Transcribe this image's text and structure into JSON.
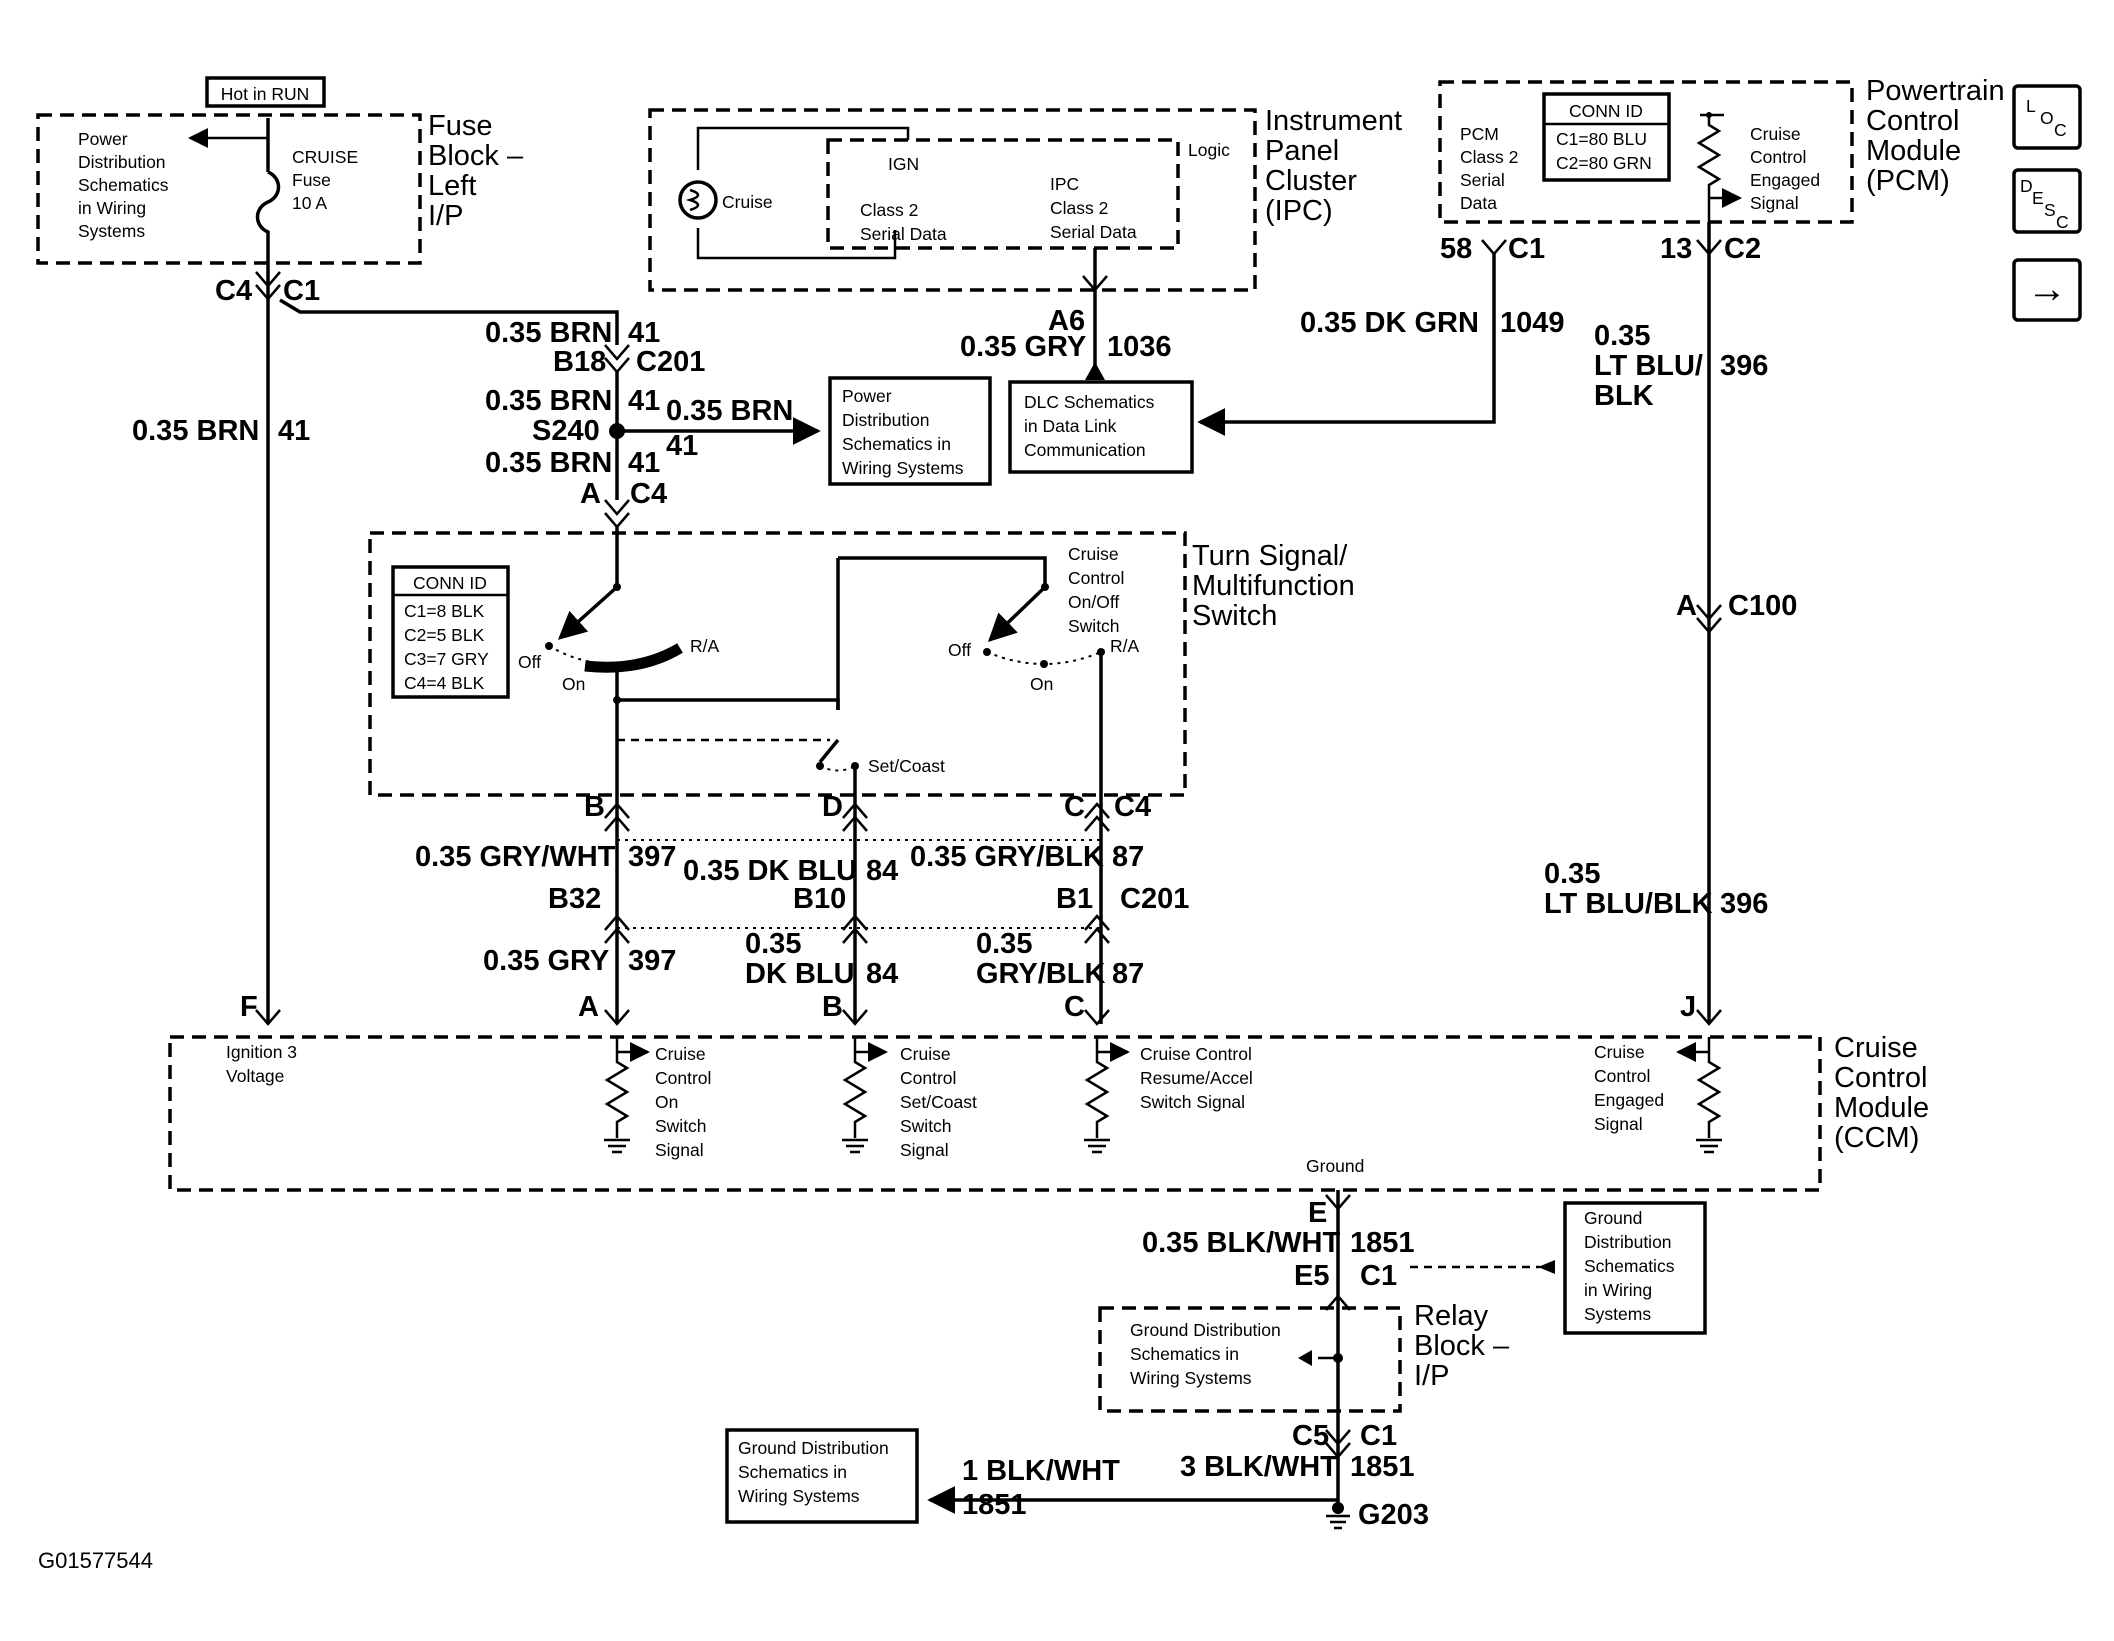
{
  "fuse_block": {
    "title": [
      "Fuse",
      "Block –",
      "Left",
      "I/P"
    ],
    "hot_label": "Hot in RUN",
    "dest": [
      "Power",
      "Distribution",
      "Schematics",
      "in Wiring",
      "Systems"
    ],
    "fuse": [
      "CRUISE",
      "Fuse",
      "10 A"
    ],
    "conn_left": "C4",
    "conn_right": "C1"
  },
  "ipc": {
    "title": [
      "Instrument",
      "Panel",
      "Cluster",
      "(IPC)"
    ],
    "cruise_lamp": "Cruise",
    "logic": "Logic",
    "ign": "IGN",
    "class2_left": [
      "Class 2",
      "Serial Data"
    ],
    "ipc_class2": [
      "IPC",
      "Class 2",
      "Serial Data"
    ],
    "pin": "A6",
    "wire": "0.35 GRY",
    "circuit": "1036"
  },
  "dlc": [
    "DLC Schematics",
    "in Data Link",
    "Communication"
  ],
  "pcm": {
    "title": [
      "Powertrain",
      "Control",
      "Module",
      "(PCM)"
    ],
    "class2": [
      "PCM",
      "Class 2",
      "Serial",
      "Data"
    ],
    "conn_id": [
      "CONN ID",
      "C1=80 BLU",
      "C2=80 GRN"
    ],
    "signal": [
      "Cruise",
      "Control",
      "Engaged",
      "Signal"
    ],
    "pin_left": "58",
    "conn_left": "C1",
    "pin_right": "13",
    "conn_right": "C2",
    "wire_left": "0.35 DK GRN",
    "circuit_left": "1049",
    "wire_right": [
      "0.35",
      "LT BLU/",
      "BLK"
    ],
    "circuit_right": "396"
  },
  "side_buttons": {
    "loc": [
      "L",
      "O",
      "C"
    ],
    "desc": [
      "D",
      "E",
      "S",
      "C"
    ],
    "next": "→"
  },
  "left_run": {
    "wire1": "0.35 BRN",
    "circ1": "41",
    "b18": "B18",
    "c201": "C201",
    "wire2": "0.35 BRN",
    "circ2": "41",
    "s240": "S240",
    "branch_wire": "0.35 BRN",
    "branch_circ": "41",
    "wire3": "0.35 BRN",
    "circ3": "41",
    "pin_a": "A",
    "c4": "C4",
    "long_wire": "0.35 BRN",
    "long_circ": "41"
  },
  "power_dist_mid": [
    "Power",
    "Distribution",
    "Schematics in",
    "Wiring Systems"
  ],
  "turn_switch": {
    "title": [
      "Turn Signal/",
      "Multifunction",
      "Switch"
    ],
    "conn_id": [
      "CONN ID",
      "C1=8 BLK",
      "C2=5 BLK",
      "C3=7 GRY",
      "C4=4 BLK"
    ],
    "off_left": "Off",
    "on_left": "On",
    "ra_left": "R/A",
    "cruise_onoff": [
      "Cruise",
      "Control",
      "On/Off",
      "Switch"
    ],
    "off_right": "Off",
    "on_right": "On",
    "ra_right": "R/A",
    "set_coast": "Set/Coast",
    "pin_b": "B",
    "pin_d": "D",
    "pin_c": "C",
    "conn_c4": "C4"
  },
  "mid_wires": {
    "w1": "0.35 GRY/WHT",
    "c1": "397",
    "w2": "0.35 DK BLU",
    "c2": "84",
    "w3": "0.35 GRY/BLK",
    "c3": "87",
    "b32": "B32",
    "b10": "B10",
    "b1": "B1",
    "c201": "C201",
    "w4": "0.35 GRY",
    "c4": "397",
    "w5": [
      "0.35",
      "DK BLU"
    ],
    "c5": "84",
    "w6": [
      "0.35",
      "GRY/BLK"
    ],
    "c6": "87",
    "pin_a": "A",
    "pin_b": "B",
    "pin_c": "C",
    "pin_f": "F",
    "pin_j": "J"
  },
  "right_run": {
    "pin_a": "A",
    "c100": "C100",
    "wire": [
      "0.35",
      "LT BLU/BLK"
    ],
    "circuit": "396"
  },
  "ccm": {
    "title": [
      "Cruise",
      "Control",
      "Module",
      "(CCM)"
    ],
    "ign3": [
      "Ignition 3",
      "Voltage"
    ],
    "on_switch": [
      "Cruise",
      "Control",
      "On",
      "Switch",
      "Signal"
    ],
    "set_coast": [
      "Cruise",
      "Control",
      "Set/Coast",
      "Switch",
      "Signal"
    ],
    "resume": [
      "Cruise Control",
      "Resume/Accel",
      "Switch Signal"
    ],
    "engaged": [
      "Cruise",
      "Control",
      "Engaged",
      "Signal"
    ],
    "ground": "Ground"
  },
  "ground_run": {
    "pin_e": "E",
    "wire1": "0.35 BLK/WHT",
    "circ1": "1851",
    "e5": "E5",
    "c1": "C1",
    "gd_right": [
      "Ground",
      "Distribution",
      "Schematics",
      "in Wiring",
      "Systems"
    ],
    "relay_title": [
      "Relay",
      "Block –",
      "I/P"
    ],
    "gd_relay": [
      "Ground Distribution",
      "Schematics in",
      "Wiring Systems"
    ],
    "c5": "C5",
    "c1b": "C1",
    "wire2": "3 BLK/WHT",
    "circ2": "1851",
    "g203": "G203",
    "gd_bottom": [
      "Ground Distribution",
      "Schematics in",
      "Wiring Systems"
    ],
    "wire3": "1 BLK/WHT",
    "circ3": "1851"
  },
  "figure_id": "G01577544"
}
